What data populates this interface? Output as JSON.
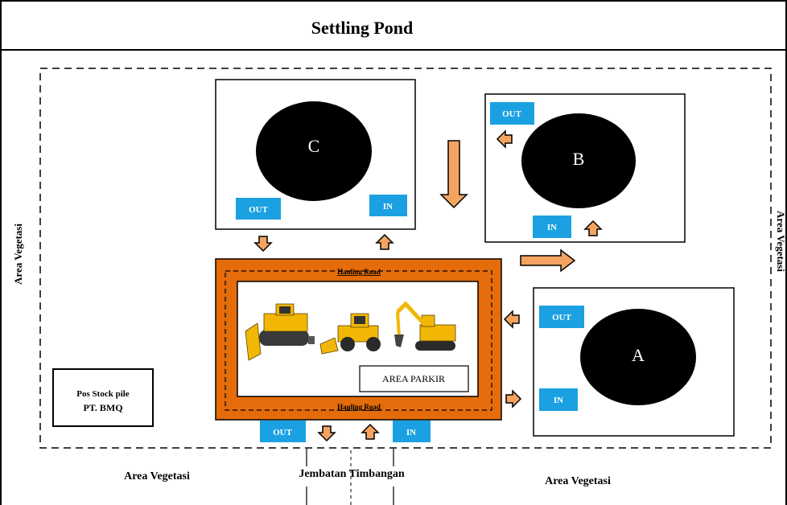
{
  "title": "Settling Pond",
  "areas": {
    "left": "Area Vegetasi",
    "right": "Area Vegetasi",
    "bottom_left": "Area Vegetasi",
    "bottom_right": "Area Vegetasi"
  },
  "ponds": {
    "c": {
      "label": "C",
      "out": "OUT",
      "in": "IN"
    },
    "b": {
      "label": "B",
      "out": "OUT",
      "in": "IN"
    },
    "a": {
      "label": "A",
      "out": "OUT",
      "in": "IN"
    }
  },
  "hauling_road_top": "Hauling Road",
  "hauling_road_bottom": "Hauling Road",
  "parking": "AREA PARKIR",
  "stockpile": {
    "line1": "Pos Stock pile",
    "line2": "PT. BMQ"
  },
  "gate": {
    "out": "OUT",
    "in": "IN"
  },
  "bridge": "Jembatan Timbangan",
  "equipment": [
    "bulldozer-icon",
    "wheel-loader-icon",
    "excavator-icon"
  ],
  "colors": {
    "arrow": "#F4A460",
    "road": "#E46C0A",
    "badge": "#1BA1E2",
    "pond": "#000000",
    "machine": "#F2B705"
  }
}
